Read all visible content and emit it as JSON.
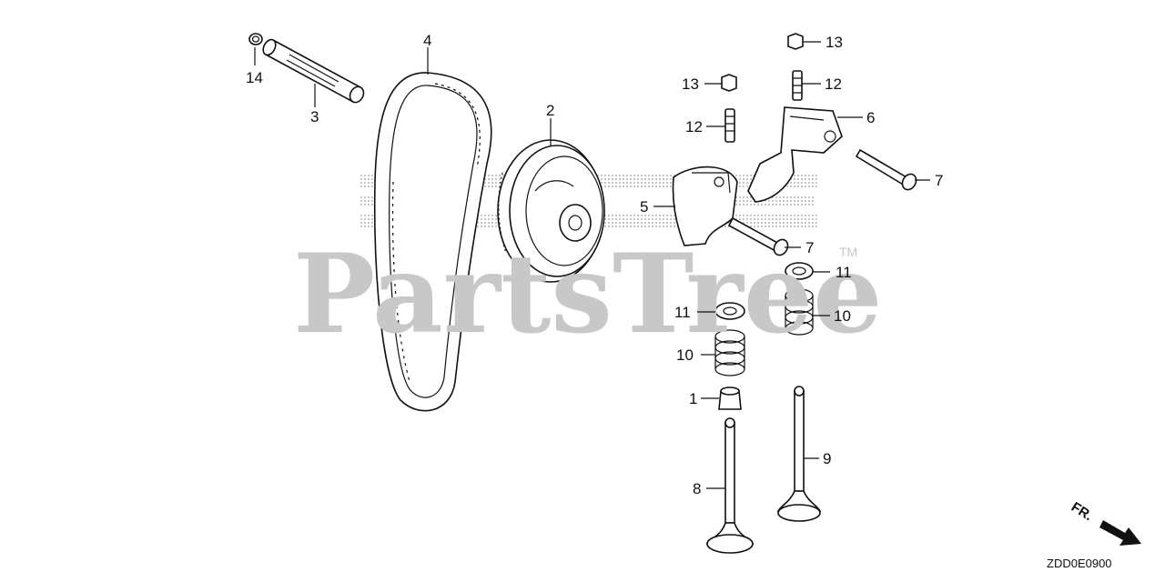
{
  "diagram": {
    "watermark": {
      "text": "PartsTree",
      "trademark": "TM"
    },
    "diagram_code": "ZDD0E0900",
    "front_indicator": "FR.",
    "callouts": {
      "c1": "1",
      "c2": "2",
      "c3": "3",
      "c4": "4",
      "c5": "5",
      "c6": "6",
      "c7a": "7",
      "c7b": "7",
      "c8": "8",
      "c9": "9",
      "c10a": "10",
      "c10b": "10",
      "c11a": "11",
      "c11b": "11",
      "c12a": "12",
      "c12b": "12",
      "c13a": "13",
      "c13b": "13",
      "c14": "14"
    }
  }
}
